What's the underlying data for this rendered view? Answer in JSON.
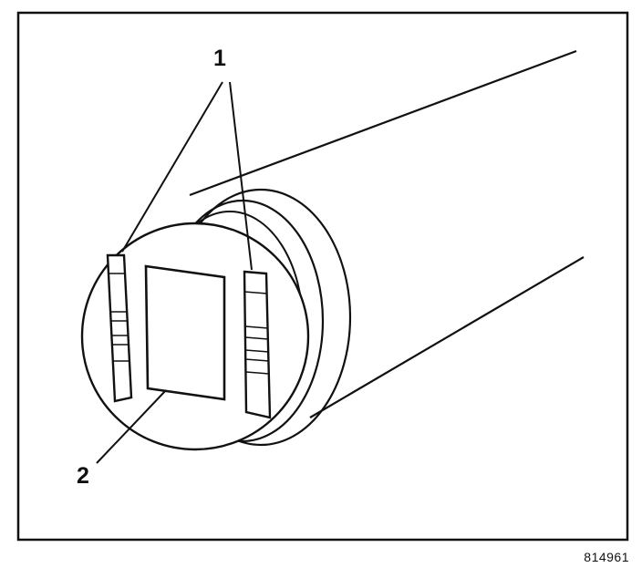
{
  "callouts": {
    "label_1": "1",
    "label_2": "2"
  },
  "figure_id": "814961",
  "colors": {
    "line": "#111111",
    "background": "#ffffff"
  }
}
